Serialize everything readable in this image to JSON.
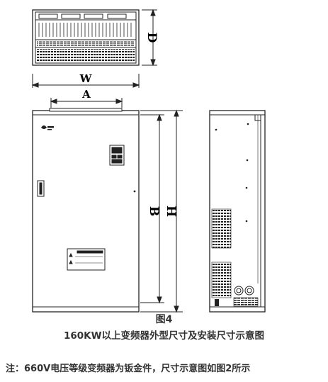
{
  "dimension_labels": {
    "depth": "D",
    "width": "W",
    "mount_width": "A",
    "mount_height": "B",
    "height": "H"
  },
  "figure": {
    "label": "图4",
    "caption": "160KW以上变频器外型尺寸及安装尺寸示意图",
    "note": "注：660V电压等级变频器为钣金件，尺寸示意图如图2所示"
  },
  "colors": {
    "line": "#222222",
    "caption_text": "#333333"
  }
}
